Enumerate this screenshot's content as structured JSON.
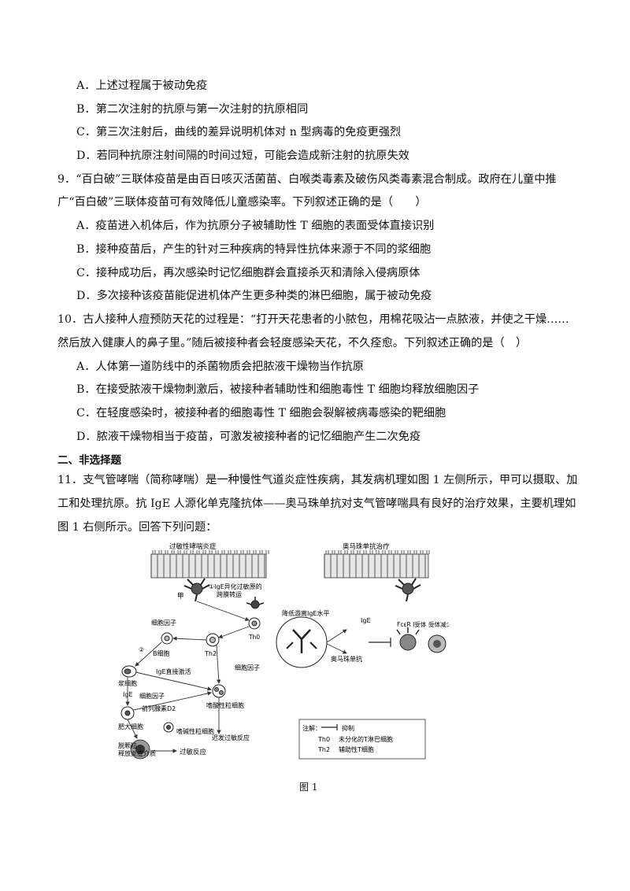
{
  "q8_options": [
    "A．上述过程属于被动免疫",
    "B．第二次注射的抗原与第一次注射的抗原相同",
    "C．第三次注射后，曲线的差异说明机体对 n 型病毒的免疫更强烈",
    "D．若同种抗原注射间隔的时间过短，可能会造成新注射的抗原失效"
  ],
  "q9": {
    "stem_line1": "9．“百白破”三联体疫苗是由百日咳灭活菌苗、白喉类毒素及破伤风类毒素混合制成。政府在儿童中推",
    "stem_line2": "广“百白破”三联体疫苗可有效降低儿童感染率。下列叙述正确的是（　　）",
    "options": [
      "A．疫苗进入机体后，作为抗原分子被辅助性 T 细胞的表面受体直接识别",
      "B．接种疫苗后，产生的针对三种疾病的特异性抗体来源于不同的浆细胞",
      "C．接种成功后，再次感染时记忆细胞群会直接杀灭和清除入侵病原体",
      "D．多次接种该疫苗能促进机体产生更多种类的淋巴细胞，属于被动免疫"
    ]
  },
  "q10": {
    "stem_line1": "10．古人接种人痘预防天花的过程是：“打开天花患者的小脓包，用棉花吸沾一点脓液，并使之干燥……",
    "stem_line2": "然后放入健康人的鼻子里。”随后被接种者会轻度感染天花，不久痊愈。下列叙述正确的是（　）",
    "options": [
      "A．人体第一道防线中的杀菌物质会把脓液干燥物当作抗原",
      "B．在接受脓液干燥物刺激后，被接种者辅助性和细胞毒性 T 细胞均释放细胞因子",
      "C．在轻度感染时，被接种者的细胞毒性 T 细胞会裂解被病毒感染的靶细胞",
      "D．脓液干燥物相当于疫苗，可激发被接种者的记忆细胞产生二次免疫"
    ]
  },
  "section2_title": "二、非选择题",
  "q11": {
    "line1": "11．支气管哮喘（简称哮喘）是一种慢性气道炎症性疾病，其发病机理如图 1 左侧所示，甲可以摄取、加",
    "line2": "工和处理抗原。抗 IgE 人源化单克隆抗体——奥马珠单抗对支气管哮喘具有良好的治疗效果，主要机理如",
    "line3": "图 1 右侧所示。回答下列问题："
  },
  "figure": {
    "left_title": "过敏性哮喘炎症",
    "right_title": "奥马珠单抗治疗",
    "jia": "甲",
    "step1_a": "①IgE异化过敏原的",
    "step1_b": "跨膜转运",
    "cytokine1": "细胞因子",
    "th0": "Th0",
    "th2": "Th2",
    "step2": "②",
    "b_cell": "B细胞",
    "plasma": "浆细胞",
    "ige_direct": "IgE直接激活",
    "cytokine2": "细胞因子",
    "ige": "IgE",
    "cytokine3": "细胞因子",
    "prostaglandin": "前列腺素D2",
    "eosinophil": "嗜酸性粒细胞",
    "mast": "肥大细胞",
    "basophil": "嗜碱性粒细胞",
    "late_reaction": "迟发过敏反应",
    "degranulation_a": "脱颗粒",
    "degranulation_b": "释放炎症介质",
    "allergy": "过敏反应",
    "lower_ige": "降低游离IgE水平",
    "ige_right": "IgE",
    "omalizumab": "奥马珠单抗",
    "receptor": "FcεR I受体",
    "receptor_less": "受体减少",
    "legend_title": "注解：",
    "legend_inhibit": "抑制",
    "legend_th0_key": "Th0",
    "legend_th0": "未分化的T淋巴细胞",
    "legend_th2_key": "Th2",
    "legend_th2": "辅助性T细胞",
    "caption": "图 1"
  }
}
